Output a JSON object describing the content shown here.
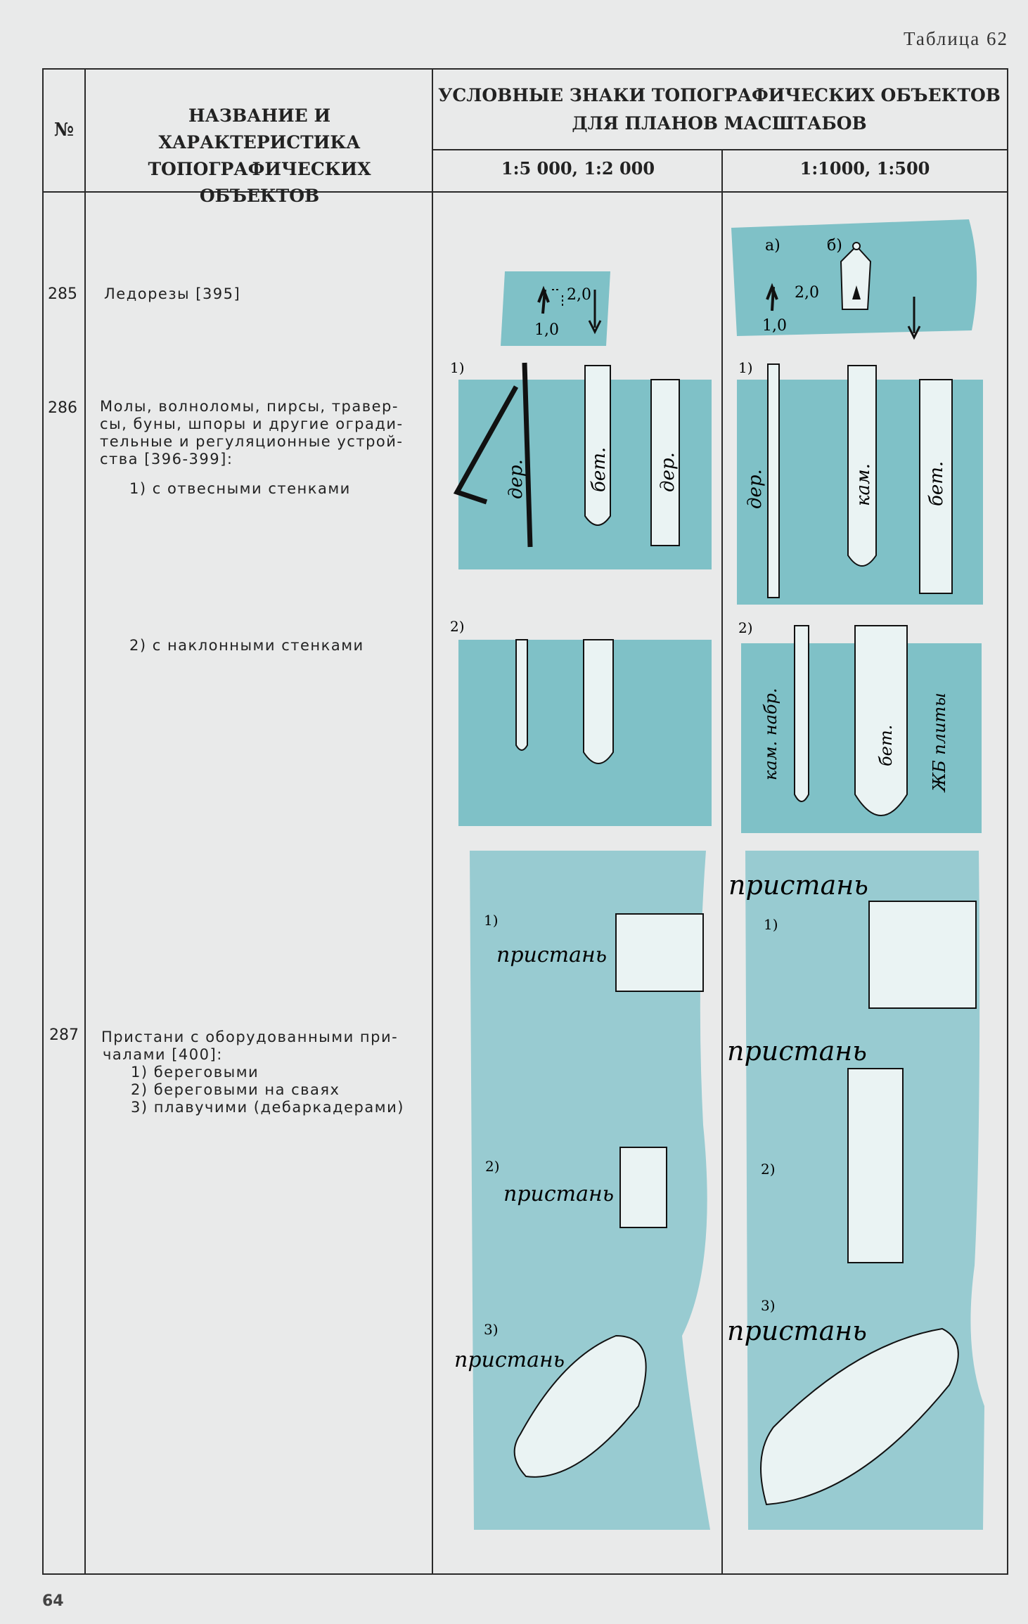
{
  "table_label": "Таблица 62",
  "header": {
    "num": "№",
    "name": "НАЗВАНИЕ И ХАРАКТЕРИСТИКА ТОПОГРАФИЧЕСКИХ ОБЪЕКТОВ",
    "signs": "УСЛОВНЫЕ ЗНАКИ ТОПОГРАФИЧЕСКИХ ОБЪЕКТОВ ДЛЯ ПЛАНОВ МАСШТАБОВ",
    "scale_left": "1:5 000, 1:2 000",
    "scale_right": "1:1000, 1:500"
  },
  "rows": [
    {
      "num": "285",
      "title": "Ледорезы [395]"
    },
    {
      "num": "286",
      "title": "Молы, волноломы, пирсы, травер-сы, буны, шпоры и другие оградительные и регуляционные устройства [396-399]:",
      "lines": [
        "Молы, волноломы, пирсы, травер-",
        "сы, буны, шпоры и другие огради-",
        "тельные и регуляционные устрой-",
        "ства [396-399]:"
      ],
      "sub1": "1) с отвесными стенками",
      "sub2": "2) с наклонными стенками"
    },
    {
      "num": "287",
      "lines": [
        "Пристани с оборудованными при-",
        "чалами [400]:"
      ],
      "items": [
        "1) береговыми",
        "2) береговыми на сваях",
        "3) плавучими (дебаркадерами)"
      ]
    }
  ],
  "symbols": {
    "r285": {
      "a": "а)",
      "b": "б)",
      "dim1": "2,0",
      "dim2": "1,0"
    },
    "r286": {
      "m1": "1)",
      "m2": "2)",
      "der": "дер.",
      "bet": "бет.",
      "kam": "кам.",
      "kam_nabr": "кам. набр.",
      "zhb": "ЖБ плиты"
    },
    "r287": {
      "m1": "1)",
      "m2": "2)",
      "m3": "3)",
      "pier": "пристань"
    }
  },
  "colors": {
    "water": "#7fc1c7",
    "water_light": "#98cbd1",
    "paper": "#e9eaea",
    "ink": "#222222"
  },
  "page_number": "64"
}
